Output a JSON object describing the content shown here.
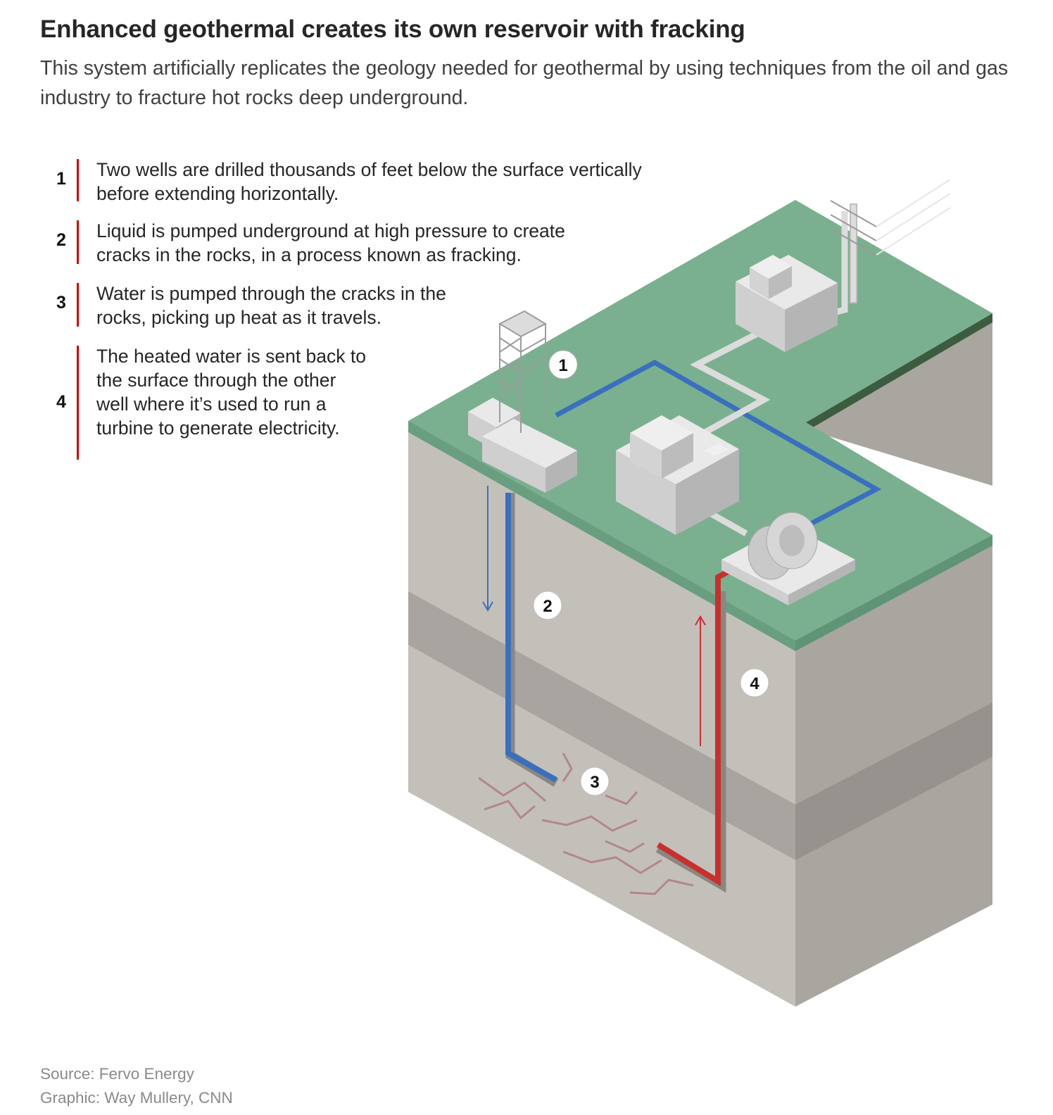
{
  "title": "Enhanced geothermal creates its own reservoir with fracking",
  "subtitle": "This system artificially replicates the geology needed for geothermal by using techniques from the oil and gas industry to fracture hot rocks deep underground.",
  "steps": [
    {
      "num": "1",
      "text": "Two wells are drilled thousands of feet below the surface vertically before extending horizontally."
    },
    {
      "num": "2",
      "text": "Liquid is pumped underground at high pressure to create cracks in the rocks, in a process known as fracking."
    },
    {
      "num": "3",
      "text": "Water is pumped through the cracks in the rocks, picking up heat as it travels."
    },
    {
      "num": "4",
      "text": "The heated water is sent back to the surface through the other well where it’s used to run a turbine to generate electricity."
    }
  ],
  "markers": [
    "1",
    "2",
    "3",
    "4"
  ],
  "colors": {
    "ground_top": "#7ab08f",
    "rock_light": "#c3c0ba",
    "rock_band": "#a8a5a0",
    "injection_well": "#3a6fbf",
    "production_well": "#c8302d",
    "accent_bar": "#cc0000"
  },
  "footer": {
    "source": "Source: Fervo Energy",
    "credit": "Graphic: Way Mullery, CNN"
  }
}
